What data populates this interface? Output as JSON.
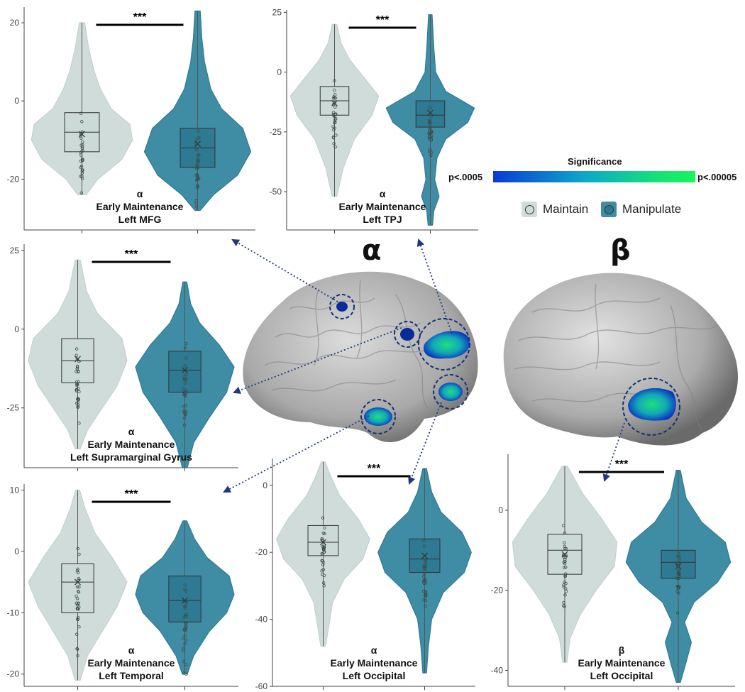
{
  "colors": {
    "maintain": "#cfdcda",
    "manipulate": "#3f8ca5",
    "manipulate_edge": "#2f7a92",
    "sig_low": "#0a3ad6",
    "sig_high": "#18f55a",
    "brain": "#9a9a9a",
    "arrow": "#1f3a7a"
  },
  "legend": {
    "significance_title": "Significance",
    "sig_low_label": "p<.0005",
    "sig_high_label": "p<.00005",
    "maintain_label": "Maintain",
    "manipulate_label": "Manipulate"
  },
  "brain_labels": {
    "alpha": "α",
    "beta": "β"
  },
  "chart_data": [
    {
      "id": "mfg",
      "type": "violin",
      "band": "α",
      "phase": "Early Maintenance",
      "region": "Left MFG",
      "significance": "***",
      "ylim": [
        -33,
        24
      ],
      "yticks": [
        20,
        0,
        -20
      ],
      "groups": [
        {
          "name": "Maintain",
          "q1": -13,
          "median": -8,
          "q3": -3,
          "mean": -8.5,
          "min": -24,
          "max": 20,
          "violin": [
            [
              -24,
              0.08
            ],
            [
              -20,
              0.3
            ],
            [
              -15,
              0.75
            ],
            [
              -10,
              0.95
            ],
            [
              -6,
              0.9
            ],
            [
              -2,
              0.55
            ],
            [
              3,
              0.35
            ],
            [
              8,
              0.22
            ],
            [
              14,
              0.12
            ],
            [
              20,
              0.05
            ]
          ]
        },
        {
          "name": "Manipulate",
          "q1": -17,
          "median": -12,
          "q3": -7,
          "mean": -11,
          "min": -28,
          "max": 23,
          "violin": [
            [
              -28,
              0.05
            ],
            [
              -24,
              0.3
            ],
            [
              -19,
              0.75
            ],
            [
              -13,
              1.0
            ],
            [
              -7,
              0.85
            ],
            [
              -2,
              0.45
            ],
            [
              3,
              0.25
            ],
            [
              10,
              0.13
            ],
            [
              16,
              0.08
            ],
            [
              23,
              0.05
            ]
          ]
        }
      ]
    },
    {
      "id": "tpj",
      "type": "violin",
      "band": "α",
      "phase": "Early Maintenance",
      "region": "Left TPJ",
      "significance": "***",
      "ylim": [
        -66,
        26
      ],
      "yticks": [
        25,
        0,
        -25,
        -50
      ],
      "groups": [
        {
          "name": "Maintain",
          "q1": -18,
          "median": -12,
          "q3": -6,
          "mean": -13,
          "min": -52,
          "max": 20,
          "violin": [
            [
              -52,
              0.05
            ],
            [
              -40,
              0.2
            ],
            [
              -28,
              0.45
            ],
            [
              -18,
              0.85
            ],
            [
              -10,
              1.0
            ],
            [
              -3,
              0.7
            ],
            [
              5,
              0.35
            ],
            [
              12,
              0.15
            ],
            [
              20,
              0.05
            ]
          ]
        },
        {
          "name": "Manipulate",
          "q1": -23,
          "median": -18,
          "q3": -12,
          "mean": -17,
          "min": -64,
          "max": 24,
          "violin": [
            [
              -64,
              0.05
            ],
            [
              -58,
              0.08
            ],
            [
              -52,
              0.2
            ],
            [
              -45,
              0.1
            ],
            [
              -36,
              0.15
            ],
            [
              -28,
              0.35
            ],
            [
              -21,
              0.85
            ],
            [
              -15,
              1.0
            ],
            [
              -8,
              0.35
            ],
            [
              0,
              0.12
            ],
            [
              10,
              0.08
            ],
            [
              24,
              0.04
            ]
          ]
        }
      ]
    },
    {
      "id": "smg",
      "type": "violin",
      "band": "α",
      "phase": "Early Maintenance",
      "region": "Left Supramarginal Gyrus",
      "significance": "***",
      "ylim": [
        -44,
        27
      ],
      "yticks": [
        25,
        0,
        -25
      ],
      "groups": [
        {
          "name": "Maintain",
          "q1": -17,
          "median": -10,
          "q3": -3,
          "mean": -9.5,
          "min": -38,
          "max": 22,
          "violin": [
            [
              -38,
              0.05
            ],
            [
              -32,
              0.2
            ],
            [
              -25,
              0.5
            ],
            [
              -18,
              0.8
            ],
            [
              -10,
              1.0
            ],
            [
              -3,
              0.9
            ],
            [
              5,
              0.4
            ],
            [
              12,
              0.18
            ],
            [
              22,
              0.05
            ]
          ]
        },
        {
          "name": "Manipulate",
          "q1": -20,
          "median": -13,
          "q3": -7,
          "mean": -13,
          "min": -44,
          "max": 15,
          "violin": [
            [
              -44,
              0.05
            ],
            [
              -36,
              0.18
            ],
            [
              -28,
              0.5
            ],
            [
              -20,
              0.85
            ],
            [
              -12,
              1.0
            ],
            [
              -5,
              0.7
            ],
            [
              2,
              0.3
            ],
            [
              8,
              0.12
            ],
            [
              15,
              0.04
            ]
          ]
        }
      ]
    },
    {
      "id": "temporal",
      "type": "violin",
      "band": "α",
      "phase": "Early Maintenance",
      "region": "Left Temporal",
      "significance": "***",
      "ylim": [
        -22,
        11
      ],
      "yticks": [
        10,
        0,
        -10,
        -20
      ],
      "groups": [
        {
          "name": "Maintain",
          "q1": -10,
          "median": -5,
          "q3": -2,
          "mean": -5,
          "min": -21,
          "max": 10,
          "violin": [
            [
              -21,
              0.05
            ],
            [
              -17,
              0.2
            ],
            [
              -13,
              0.5
            ],
            [
              -9,
              0.8
            ],
            [
              -5,
              1.0
            ],
            [
              -1,
              0.7
            ],
            [
              3,
              0.35
            ],
            [
              7,
              0.15
            ],
            [
              10,
              0.04
            ]
          ]
        },
        {
          "name": "Manipulate",
          "q1": -11.5,
          "median": -8,
          "q3": -4,
          "mean": -8,
          "min": -20,
          "max": 5,
          "violin": [
            [
              -20,
              0.05
            ],
            [
              -17,
              0.18
            ],
            [
              -13,
              0.5
            ],
            [
              -10,
              0.85
            ],
            [
              -7,
              1.0
            ],
            [
              -4,
              0.9
            ],
            [
              -1,
              0.45
            ],
            [
              2,
              0.2
            ],
            [
              5,
              0.04
            ]
          ]
        }
      ]
    },
    {
      "id": "occ_alpha",
      "type": "violin",
      "band": "α",
      "phase": "Early Maintenance",
      "region": "Left Occipital",
      "significance": "***",
      "ylim": [
        -60,
        8
      ],
      "yticks": [
        0,
        -20,
        -40,
        -60
      ],
      "groups": [
        {
          "name": "Maintain",
          "q1": -21,
          "median": -17,
          "q3": -12,
          "mean": -17,
          "min": -48,
          "max": 7,
          "violin": [
            [
              -48,
              0.05
            ],
            [
              -42,
              0.12
            ],
            [
              -35,
              0.2
            ],
            [
              -28,
              0.45
            ],
            [
              -22,
              0.85
            ],
            [
              -16,
              1.0
            ],
            [
              -10,
              0.75
            ],
            [
              -3,
              0.35
            ],
            [
              3,
              0.15
            ],
            [
              7,
              0.04
            ]
          ]
        },
        {
          "name": "Manipulate",
          "q1": -26,
          "median": -22,
          "q3": -16,
          "mean": -21,
          "min": -56,
          "max": 5,
          "violin": [
            [
              -56,
              0.04
            ],
            [
              -48,
              0.08
            ],
            [
              -40,
              0.15
            ],
            [
              -32,
              0.4
            ],
            [
              -26,
              0.85
            ],
            [
              -20,
              1.0
            ],
            [
              -14,
              0.8
            ],
            [
              -8,
              0.35
            ],
            [
              -2,
              0.15
            ],
            [
              5,
              0.04
            ]
          ]
        }
      ]
    },
    {
      "id": "occ_beta",
      "type": "violin",
      "band": "β",
      "phase": "Early Maintenance",
      "region": "Left Occipital",
      "significance": "***",
      "ylim": [
        -44,
        14
      ],
      "yticks": [
        0,
        -20,
        -40
      ],
      "groups": [
        {
          "name": "Maintain",
          "q1": -16,
          "median": -10,
          "q3": -6,
          "mean": -11,
          "min": -38,
          "max": 11,
          "violin": [
            [
              -38,
              0.04
            ],
            [
              -32,
              0.1
            ],
            [
              -26,
              0.3
            ],
            [
              -20,
              0.6
            ],
            [
              -14,
              0.95
            ],
            [
              -8,
              1.0
            ],
            [
              -2,
              0.7
            ],
            [
              4,
              0.35
            ],
            [
              11,
              0.05
            ]
          ]
        },
        {
          "name": "Manipulate",
          "q1": -17,
          "median": -13,
          "q3": -10,
          "mean": -14,
          "min": -43,
          "max": 10,
          "violin": [
            [
              -43,
              0.04
            ],
            [
              -38,
              0.15
            ],
            [
              -33,
              0.25
            ],
            [
              -28,
              0.12
            ],
            [
              -23,
              0.3
            ],
            [
              -18,
              0.75
            ],
            [
              -13,
              1.0
            ],
            [
              -8,
              0.9
            ],
            [
              -3,
              0.45
            ],
            [
              3,
              0.15
            ],
            [
              10,
              0.04
            ]
          ]
        }
      ]
    }
  ]
}
